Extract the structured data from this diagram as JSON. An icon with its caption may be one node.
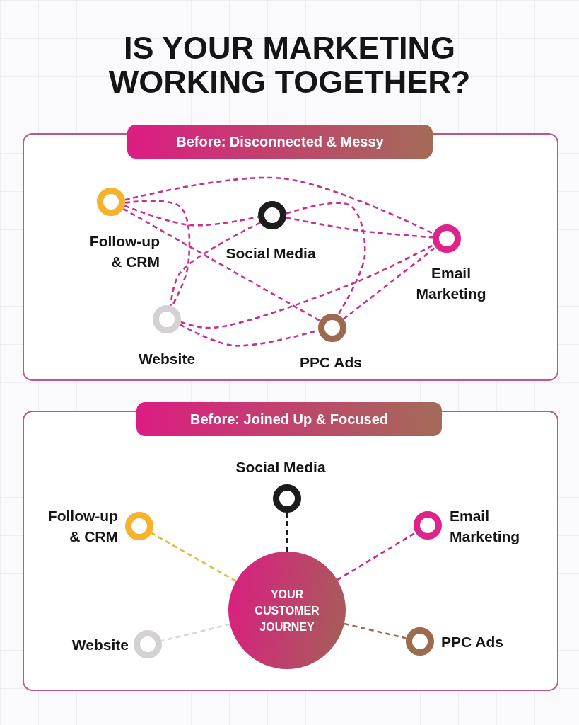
{
  "diagram": {
    "title": "IS YOUR MARKETING WORKING TOGETHER?",
    "nodes": [
      {
        "text": [
          "Before: Disconnected & Messy"
        ]
      },
      {
        "text": [],
        "shape": "circle",
        "beside": [
          "Follow-up & CRM"
        ],
        "in": 0
      },
      {
        "text": [],
        "shape": "circle",
        "beside": [
          "Social Media"
        ],
        "in": 0
      },
      {
        "text": [],
        "shape": "circle",
        "beside": [
          "Email Marketing"
        ],
        "in": 0
      },
      {
        "text": [],
        "shape": "circle",
        "beside": [
          "Website"
        ],
        "in": 0
      },
      {
        "text": [],
        "shape": "circle",
        "beside": [
          "PPC Ads"
        ],
        "in": 0
      },
      {
        "text": [
          "Before: Joined Up & Focused"
        ]
      },
      {
        "text": [],
        "shape": "circle",
        "beside": [
          "Social Media"
        ],
        "in": 6
      },
      {
        "text": [],
        "shape": "circle",
        "beside": [
          "Follow-up & CRM"
        ],
        "in": 6
      },
      {
        "text": [],
        "shape": "circle",
        "beside": [
          "Email Marketing"
        ],
        "in": 6
      },
      {
        "text": [
          "YOUR CUSTOMER JOURNEY"
        ],
        "in": 6
      },
      {
        "text": [],
        "shape": "circle",
        "beside": [
          "Website"
        ],
        "in": 6
      },
      {
        "text": [],
        "shape": "circle",
        "beside": [
          "PPC Ads"
        ],
        "in": 6
      }
    ],
    "edges": [
      {
        "from": 1,
        "to": 3,
        "arrow": "none",
        "style": "dashed"
      },
      {
        "from": 1,
        "to": 4,
        "arrow": "none",
        "style": "dashed"
      },
      {
        "from": 1,
        "to": 2,
        "arrow": "none",
        "style": "dashed"
      },
      {
        "from": 1,
        "to": 5,
        "arrow": "none",
        "style": "dashed"
      },
      {
        "from": 2,
        "to": 3,
        "arrow": "none",
        "style": "dashed"
      },
      {
        "from": 2,
        "to": 4,
        "arrow": "none",
        "style": "dashed"
      },
      {
        "from": 2,
        "to": 5,
        "arrow": "none",
        "style": "dashed"
      },
      {
        "from": 4,
        "to": 3,
        "arrow": "none",
        "style": "dashed"
      },
      {
        "from": 4,
        "to": 5,
        "arrow": "none",
        "style": "dashed"
      },
      {
        "from": 5,
        "to": 3,
        "arrow": "none",
        "style": "dashed"
      },
      {
        "from": 10,
        "to": 7,
        "arrow": "none",
        "style": "dashed",
        "color": "#1c1c1c"
      },
      {
        "from": 10,
        "to": 8,
        "arrow": "none",
        "style": "dashed",
        "color": "#e8b73a"
      },
      {
        "from": 10,
        "to": 9,
        "arrow": "none",
        "style": "dashed",
        "color": "#c42a84"
      },
      {
        "from": 10,
        "to": 11,
        "arrow": "none",
        "style": "dashed",
        "color": "#d8d4d8"
      },
      {
        "from": 10,
        "to": 12,
        "arrow": "none",
        "style": "dashed",
        "color": "#9c6a4e"
      }
    ]
  }
}
